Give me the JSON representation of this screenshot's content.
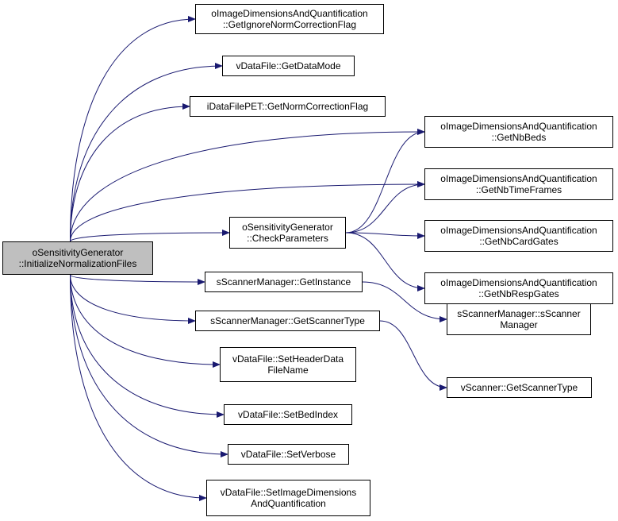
{
  "graph": {
    "edge_color": "#191970",
    "root_fill": "#bfbfbf",
    "nodes": [
      {
        "id": "root",
        "lines": [
          "oSensitivityGenerator",
          "::InitializeNormalizationFiles"
        ]
      },
      {
        "id": "ignore_norm",
        "lines": [
          "oImageDimensionsAndQuantification",
          "::GetIgnoreNormCorrectionFlag"
        ]
      },
      {
        "id": "data_mode",
        "lines": [
          "vDataFile::GetDataMode"
        ]
      },
      {
        "id": "norm_flag",
        "lines": [
          "iDataFilePET::GetNormCorrectionFlag"
        ]
      },
      {
        "id": "nb_beds",
        "lines": [
          "oImageDimensionsAndQuantification",
          "::GetNbBeds"
        ]
      },
      {
        "id": "nb_time",
        "lines": [
          "oImageDimensionsAndQuantification",
          "::GetNbTimeFrames"
        ]
      },
      {
        "id": "check_params",
        "lines": [
          "oSensitivityGenerator",
          "::CheckParameters"
        ]
      },
      {
        "id": "nb_card",
        "lines": [
          "oImageDimensionsAndQuantification",
          "::GetNbCardGates"
        ]
      },
      {
        "id": "nb_resp",
        "lines": [
          "oImageDimensionsAndQuantification",
          "::GetNbRespGates"
        ]
      },
      {
        "id": "get_instance",
        "lines": [
          "sScannerManager::GetInstance"
        ]
      },
      {
        "id": "scanner_manager_ctor",
        "lines": [
          "sScannerManager::sScanner",
          "Manager"
        ]
      },
      {
        "id": "get_scanner_type",
        "lines": [
          "sScannerManager::GetScannerType"
        ]
      },
      {
        "id": "vscanner_type",
        "lines": [
          "vScanner::GetScannerType"
        ]
      },
      {
        "id": "set_header",
        "lines": [
          "vDataFile::SetHeaderData",
          "FileName"
        ]
      },
      {
        "id": "set_bed",
        "lines": [
          "vDataFile::SetBedIndex"
        ]
      },
      {
        "id": "set_verbose",
        "lines": [
          "vDataFile::SetVerbose"
        ]
      },
      {
        "id": "set_image_dims",
        "lines": [
          "vDataFile::SetImageDimensions",
          "AndQuantification"
        ]
      }
    ],
    "edges": [
      [
        "root",
        "ignore_norm"
      ],
      [
        "root",
        "data_mode"
      ],
      [
        "root",
        "norm_flag"
      ],
      [
        "root",
        "nb_beds"
      ],
      [
        "root",
        "nb_time"
      ],
      [
        "root",
        "check_params"
      ],
      [
        "root",
        "get_instance"
      ],
      [
        "root",
        "get_scanner_type"
      ],
      [
        "root",
        "set_header"
      ],
      [
        "root",
        "set_bed"
      ],
      [
        "root",
        "set_verbose"
      ],
      [
        "root",
        "set_image_dims"
      ],
      [
        "check_params",
        "nb_beds"
      ],
      [
        "check_params",
        "nb_time"
      ],
      [
        "check_params",
        "nb_card"
      ],
      [
        "check_params",
        "nb_resp"
      ],
      [
        "get_instance",
        "scanner_manager_ctor"
      ],
      [
        "get_scanner_type",
        "vscanner_type"
      ]
    ]
  }
}
